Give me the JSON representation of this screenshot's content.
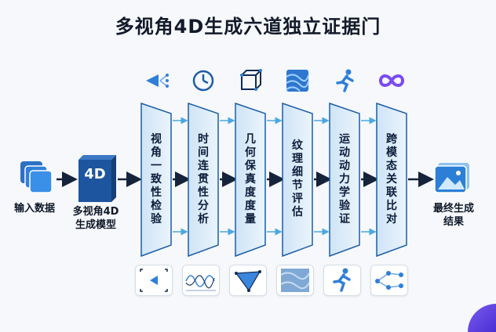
{
  "title": "多视角4D生成六道独立证据门",
  "input_label": "输入数据",
  "model_label_line1": "多视角4D",
  "model_label_line2": "生成模型",
  "model_box_text": "4D",
  "stages": [
    {
      "label": "视角一致性检验",
      "icon": "multi-view-camera-icon",
      "example_icon": "view-frustum-icon"
    },
    {
      "label": "时间连贯性分析",
      "icon": "clock-icon",
      "example_icon": "waveform-chart-icon"
    },
    {
      "label": "几何保真度度量",
      "icon": "cube-icon",
      "example_icon": "mesh-triangle-icon"
    },
    {
      "label": "纹理细节评估",
      "icon": "texture-icon",
      "example_icon": "texture-sample-icon"
    },
    {
      "label": "运动动力学验证",
      "icon": "running-person-icon",
      "example_icon": "running-person-small-icon"
    },
    {
      "label": "跨模态关联比对",
      "icon": "infinity-icon",
      "example_icon": "node-link-icon"
    }
  ],
  "output_label_line1": "最终生成",
  "output_label_line2": "结果",
  "colors": {
    "accent": "#1c5da8",
    "panel": "#dcecf8",
    "flow_arrow": "#4aa8e0",
    "main_arrow": "#15233b"
  }
}
